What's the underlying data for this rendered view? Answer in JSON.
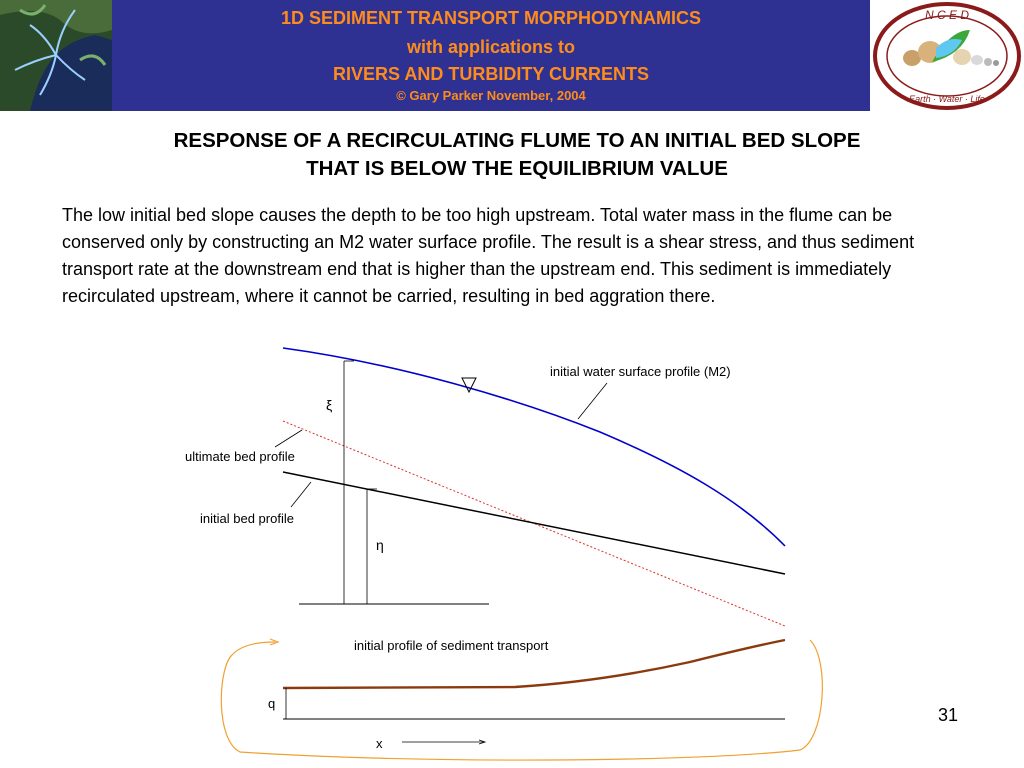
{
  "header": {
    "line1": "1D SEDIMENT TRANSPORT MORPHODYNAMICS",
    "line2": "with applications to",
    "line3": "RIVERS AND TURBIDITY CURRENTS",
    "copyright": "© Gary Parker November, 2004",
    "logo": {
      "top_letters": "N C E D",
      "bottom_text": "Earth · Water · Life",
      "icon": "nced-logo-icon"
    },
    "image_icon": "satellite-delta-image"
  },
  "slide": {
    "title_line1": "RESPONSE OF A RECIRCULATING FLUME TO AN INITIAL BED SLOPE",
    "title_line2": "THAT IS BELOW THE EQUILIBRIUM VALUE",
    "body": "The low initial bed slope causes the depth to be too high upstream.  Total water mass in the flume can be conserved only by constructing an M2 water surface profile.  The result is a shear stress, and thus sediment transport rate at the downstream end that is higher than the upstream end.  This sediment is immediately recirculated upstream, where it cannot be carried, resulting in bed aggration there.",
    "page_number": "31"
  },
  "figure": {
    "water_surface_label": "initial water surface profile (M2)",
    "ultimate_bed_label": "ultimate bed profile",
    "initial_bed_label": "initial bed profile",
    "xi_symbol": "ξ",
    "eta_symbol": "η",
    "sediment_transport_label": "initial profile of sediment transport",
    "q_symbol": "q",
    "x_symbol": "x",
    "colors": {
      "water": "#0000cc",
      "ultimate_bed": "#e0302a",
      "initial_bed": "#000000",
      "sediment": "#8b3a0e",
      "recirculation": "#f0a030",
      "banner_bg": "#2e3192",
      "banner_text": "#ff8c1a"
    }
  }
}
